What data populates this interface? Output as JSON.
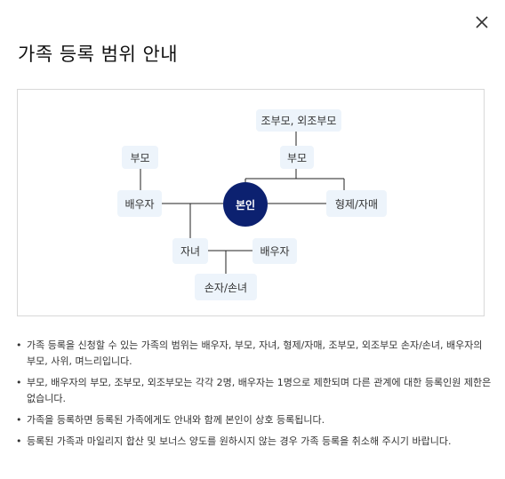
{
  "dialog": {
    "title": "가족 등록 범위 안내",
    "close_label": "×"
  },
  "tree": {
    "nodes": {
      "grandparents": "조부모, 외조부모",
      "parents": "부모",
      "spouse_parents": "부모",
      "spouse": "배우자",
      "self": "본인",
      "siblings": "형제/자매",
      "children": "자녀",
      "child_spouse": "배우자",
      "grandchildren": "손자/손녀"
    }
  },
  "notes": [
    "가족 등록을 신청할 수 있는 가족의 범위는 배우자, 부모, 자녀, 형제/자매, 조부모, 외조부모 손자/손녀, 배우자의 부모, 사위, 며느리입니다.",
    "부모, 배우자의 부모, 조부모, 외조부모는 각각 2명, 배우자는 1명으로 제한되며 다른 관계에 대한 등록인원 제한은 없습니다.",
    "가족을 등록하면 등록된 가족에게도 안내와 함께 본인이 상호 등록됩니다.",
    "등록된 가족과 마일리지 합산 및 보너스 양도를 원하시지 않는 경우 가족 등록을 취소해 주시기 바랍니다."
  ],
  "bullet_char": "•"
}
